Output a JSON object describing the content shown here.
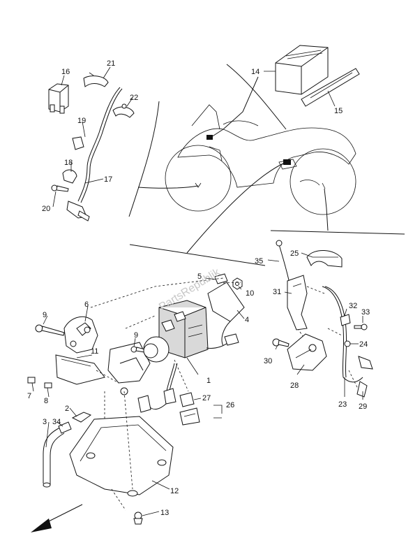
{
  "callouts": [
    "1",
    "2",
    "3",
    "4",
    "5",
    "6",
    "7",
    "8",
    "9",
    "9",
    "10",
    "11",
    "12",
    "13",
    "14",
    "15",
    "16",
    "17",
    "18",
    "19",
    "20",
    "21",
    "22",
    "23",
    "24",
    "25",
    "26",
    "27",
    "28",
    "29",
    "30",
    "31",
    "32",
    "33",
    "34",
    "35"
  ],
  "watermark": "PartsRepublik",
  "icons": {
    "direction": "arrow-down-left-icon"
  }
}
